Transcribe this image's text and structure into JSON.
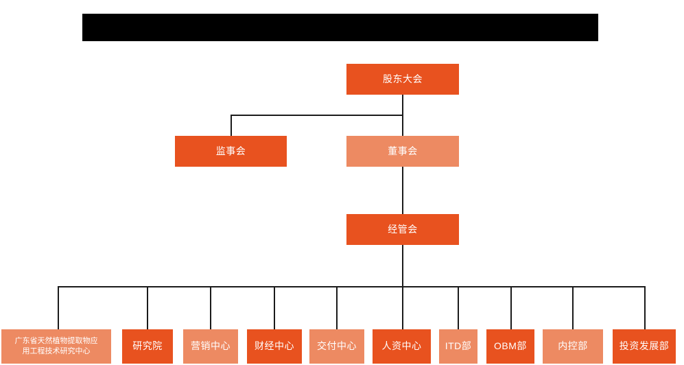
{
  "document": {
    "type": "organization-chart",
    "title_bar": {
      "name": "redacted-title-bar",
      "visible_text": "",
      "fill_color": "#000000"
    },
    "background_color": "#FFFFFF",
    "connector_color": "#1A1A1A",
    "palette": {
      "dark_orange": "#E8521F",
      "light_orange": "#ED8A62"
    }
  },
  "levels": {
    "level1": [
      {
        "id": "shareholders-meeting",
        "label": "股东大会",
        "tone": "dark"
      }
    ],
    "level2": [
      {
        "id": "board-of-supervisors",
        "label": "监事会",
        "tone": "dark"
      },
      {
        "id": "board-of-directors",
        "label": "董事会",
        "tone": "light"
      }
    ],
    "level3": [
      {
        "id": "management-committee",
        "label": "经管会",
        "tone": "dark"
      }
    ],
    "level4": [
      {
        "id": "guangdong-research-center",
        "label": "广东省天然植物提取物应\n用工程技术研究中心",
        "tone": "light"
      },
      {
        "id": "research-institute",
        "label": "研究院",
        "tone": "dark"
      },
      {
        "id": "marketing-center",
        "label": "营销中心",
        "tone": "light"
      },
      {
        "id": "finance-center",
        "label": "财经中心",
        "tone": "dark"
      },
      {
        "id": "delivery-center",
        "label": "交付中心",
        "tone": "light"
      },
      {
        "id": "hr-center",
        "label": "人资中心",
        "tone": "dark"
      },
      {
        "id": "itd-department",
        "label": "ITD部",
        "tone": "light"
      },
      {
        "id": "obm-department",
        "label": "OBM部",
        "tone": "dark"
      },
      {
        "id": "internal-control-department",
        "label": "内控部",
        "tone": "light"
      },
      {
        "id": "investment-development-department",
        "label": "投资发展部",
        "tone": "dark"
      }
    ]
  }
}
